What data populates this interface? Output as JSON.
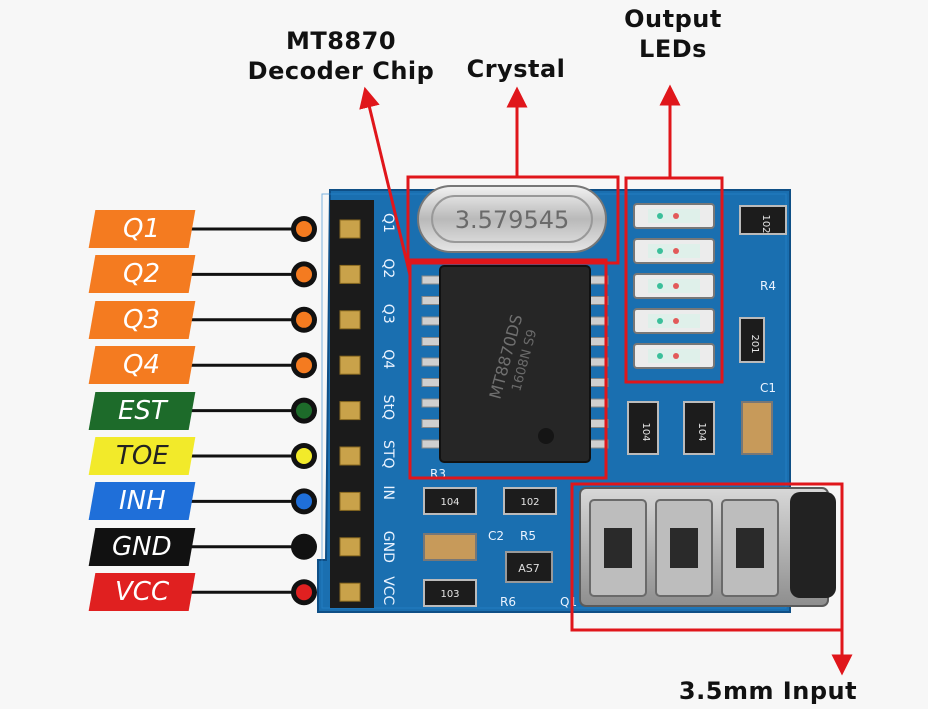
{
  "annotations": {
    "decoder_chip": "MT8870\nDecoder Chip",
    "crystal": "Crystal",
    "output_leds": "Output\nLEDs",
    "input": "3.5mm Input"
  },
  "pins": [
    {
      "label": "Q1",
      "bg": "#f47b20",
      "fg": "#ffffff",
      "dot": "#f47b20"
    },
    {
      "label": "Q2",
      "bg": "#f47b20",
      "fg": "#ffffff",
      "dot": "#f47b20"
    },
    {
      "label": "Q3",
      "bg": "#f47b20",
      "fg": "#ffffff",
      "dot": "#f47b20"
    },
    {
      "label": "Q4",
      "bg": "#f47b20",
      "fg": "#ffffff",
      "dot": "#f47b20"
    },
    {
      "label": "EST",
      "bg": "#1d6b2a",
      "fg": "#ffffff",
      "dot": "#1d6b2a"
    },
    {
      "label": "TOE",
      "bg": "#f2ea2a",
      "fg": "#222222",
      "dot": "#f2ea2a"
    },
    {
      "label": "INH",
      "bg": "#1f6fd9",
      "fg": "#ffffff",
      "dot": "#1f6fd9"
    },
    {
      "label": "GND",
      "bg": "#111111",
      "fg": "#ffffff",
      "dot": "#111111"
    },
    {
      "label": "VCC",
      "bg": "#e02020",
      "fg": "#ffffff",
      "dot": "#e02020"
    }
  ],
  "board": {
    "silk_pins": [
      "Q1",
      "Q2",
      "Q3",
      "Q4",
      "StQ",
      "STQ",
      "IN",
      "GND",
      "VCC"
    ],
    "crystal_marking": "3.579545",
    "chip_marking": "MT8870DS",
    "chip_marking_2": "1608N S9",
    "resistor_codes": [
      "102",
      "201",
      "104",
      "104",
      "104",
      "102",
      "103"
    ],
    "ref_labels": [
      "R3",
      "R4",
      "C1",
      "R5",
      "C2",
      "R6",
      "Q1"
    ],
    "transistor_marking": "AS7"
  },
  "colors": {
    "pcb": "#1a6fb0",
    "highlight": "#e0161b"
  }
}
